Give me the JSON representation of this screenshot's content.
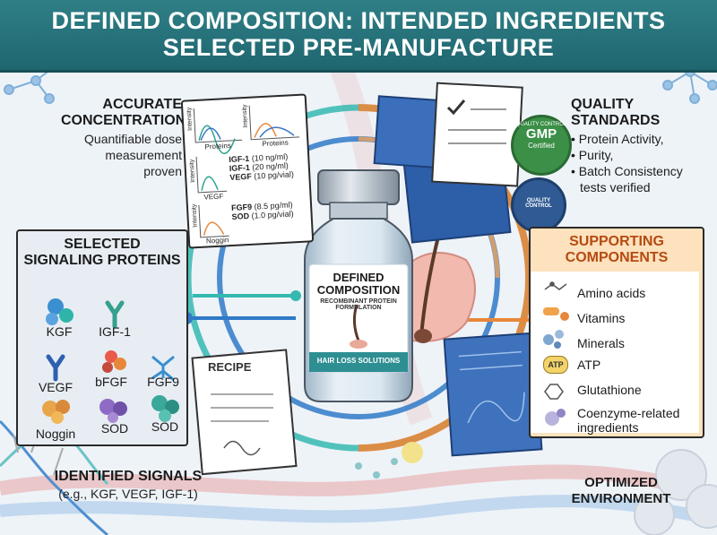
{
  "title": {
    "line1": "DEFINED COMPOSITION: INTENDED INGREDIENTS",
    "line2": "SELECTED PRE-MANUFACTURE"
  },
  "concentrations": {
    "heading1": "ACCURATE",
    "heading2": "CONCENTRATIONS",
    "desc1": "Quantifiable dose",
    "desc2": "measurement",
    "desc3": "proven"
  },
  "chart_sheet": {
    "axis_label": "Intensity",
    "panel1_x": "Proteins",
    "panel2_x": "Proteins",
    "panel3_x": "VEGF",
    "panel4_x": "Noggin",
    "rows": [
      {
        "name": "IGF-1",
        "value": "(10 ng/ml)"
      },
      {
        "name": "IGF-1",
        "value": "(20 ng/ml)"
      },
      {
        "name": "VEGF",
        "value": "(10 pg/vial)"
      },
      {
        "name": "FGF9",
        "value": "(8.5 pg/ml)"
      },
      {
        "name": "SOD",
        "value": "(1.0 pg/vial)"
      }
    ]
  },
  "quality": {
    "heading1": "QUALITY",
    "heading2": "STANDARDS",
    "items": [
      "Protein Activity,",
      "Purity,",
      "Batch Consistency",
      "tests verified"
    ],
    "badge_ring": "QUALITY CONTROL",
    "badge_main": "GMP",
    "badge_sub": "Certified",
    "seal_text": "QUALITY CONTROL"
  },
  "vial": {
    "line1": "DEFINED",
    "line2": "COMPOSITION",
    "line3": "RECOMBINANT PROTEIN",
    "line4": "FORMULATION",
    "band": "HAIR LOSS SOLUTIONS"
  },
  "signaling": {
    "heading1": "SELECTED",
    "heading2": "SIGNALING PROTEINS",
    "labels": [
      "KGF",
      "IGF-1",
      "VEGF",
      "bFGF",
      "FGF9",
      "Noggin",
      "SOD",
      "SOD"
    ]
  },
  "supporting": {
    "heading1": "SUPPORTING",
    "heading2": "COMPONENTS",
    "items": [
      "Amino acids",
      "Vitamins",
      "Minerals",
      "ATP",
      "Glutathione",
      "Coenzyme-related",
      "ingredients"
    ],
    "atp_icon_text": "ATP"
  },
  "recipe": {
    "label": "RECIPE"
  },
  "identified": {
    "heading": "IDENTIFIED SIGNALS",
    "desc": "(e.g., KGF, VEGF, IGF-1)"
  },
  "optimized": {
    "line1": "OPTIMIZED",
    "line2": "ENVIRONMENT"
  },
  "colors": {
    "banner": "#1f6670",
    "teal_ring": "#35b8b0",
    "blue_ring": "#2f79c8",
    "orange_ring": "#e8873a",
    "supporting_bg": "#fde2bd",
    "signaling_bg": "#e7edf3"
  }
}
